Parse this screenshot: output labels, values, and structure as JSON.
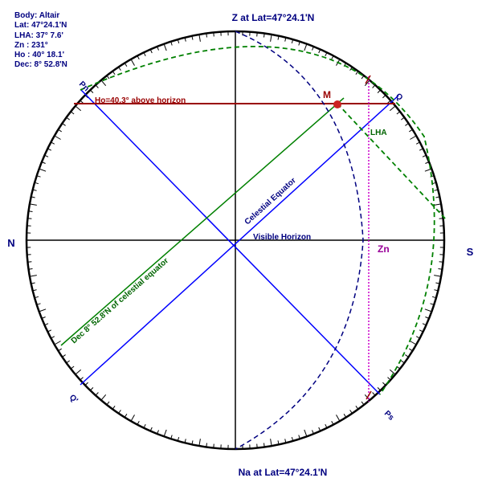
{
  "info": {
    "body": "Body: Altair",
    "lat": "Lat: 47°24.1'N",
    "lha": "LHA: 37° 7.6'",
    "zn": "Zn : 231°",
    "ho": "Ho : 40° 18.1'",
    "dec": "Dec: 8° 52.8'N"
  },
  "labels": {
    "zenith": "Z at Lat=47°24.1'N",
    "nadir": "Na at Lat=47°24.1'N",
    "north": "N",
    "south": "S",
    "pn": "Pn",
    "ps": "Ps",
    "q": "Q",
    "q_prime": "Q'",
    "m": "M",
    "zn": "Zn",
    "lha": "LHA",
    "ho_line": "Ho=40.3° above horizon",
    "celestial_equator": "Celestial Equator",
    "visible_horizon": "Visible Horizon",
    "dec_line": "Dec 8° 52.8'N of celestial equator"
  },
  "colors": {
    "frame": "#000000",
    "labels": "#000080",
    "equator_axis": "#0000ff",
    "declination": "#008000",
    "altitude": "#990000",
    "body": "#cc2222",
    "azimuth": "#990099",
    "dashed_arc": "#000080"
  }
}
